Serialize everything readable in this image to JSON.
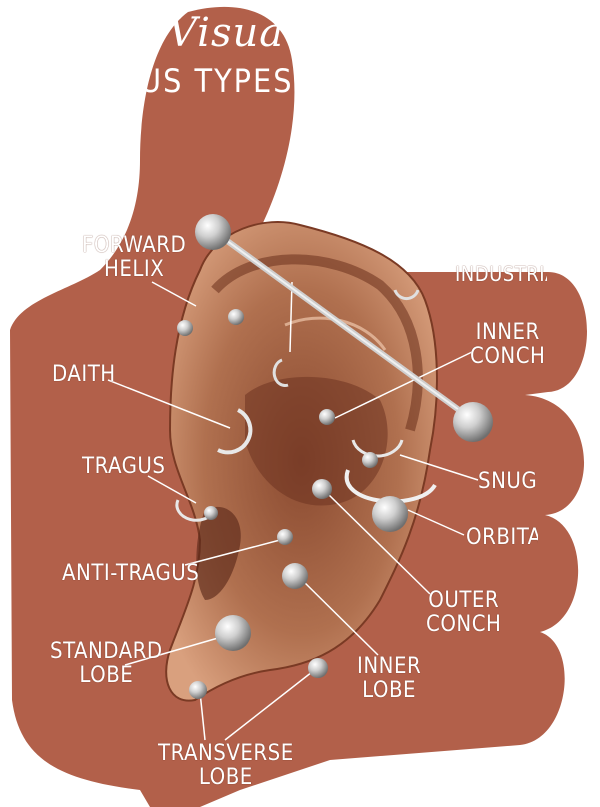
{
  "title": {
    "line1": "Visua",
    "line2": "US TYPES"
  },
  "colors": {
    "background": "#b2604a",
    "skin": "#c98a68",
    "jewelry": "#d8d8d8",
    "label": "#ffffff"
  },
  "labels": {
    "forward_helix": [
      "FORWARD",
      "HELIX"
    ],
    "industrial": [
      "INDUSTRIAL"
    ],
    "daith": [
      "DAITH"
    ],
    "inner_conch": [
      "INNER",
      "CONCH"
    ],
    "tragus": [
      "TRAGUS"
    ],
    "snug": [
      "SNUG"
    ],
    "orbital": [
      "ORBITAL"
    ],
    "anti_tragus": [
      "ANTI-TRAGUS"
    ],
    "outer_conch": [
      "OUTER",
      "CONCH"
    ],
    "standard_lobe": [
      "STANDARD",
      "LOBE"
    ],
    "inner_lobe": [
      "INNER",
      "LOBE"
    ],
    "transverse_lobe": [
      "TRANSVERSE",
      "LOBE"
    ]
  }
}
